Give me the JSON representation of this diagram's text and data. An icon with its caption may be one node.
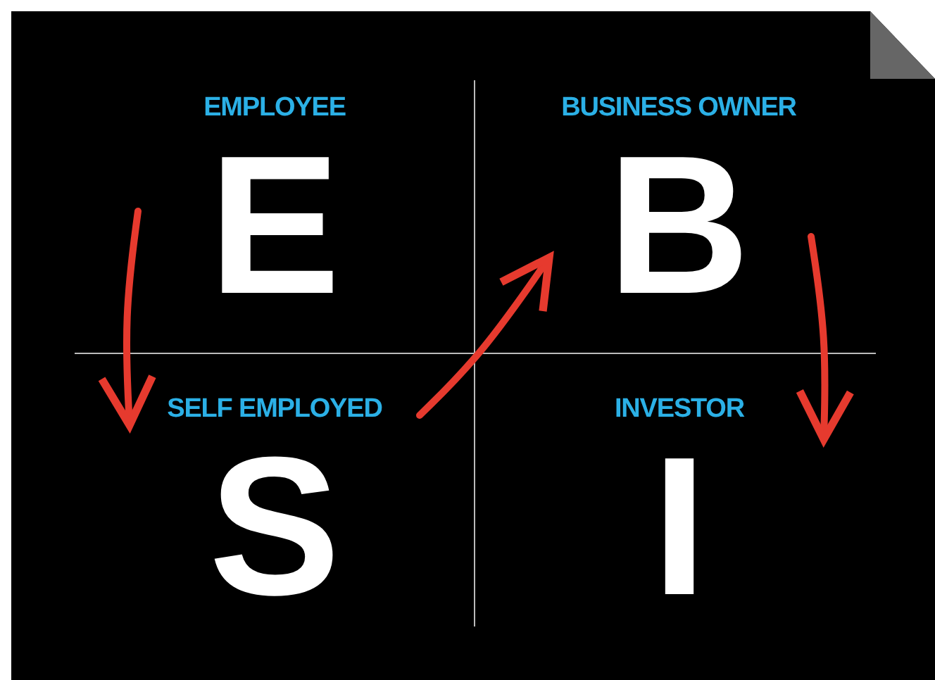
{
  "diagram": {
    "nodes": [
      {
        "text": [
          "EMPLOYEE",
          "E"
        ]
      },
      {
        "text": [
          "BUSINESS OWNER",
          "B"
        ]
      },
      {
        "text": [
          "SELF EMPLOYED",
          "S"
        ]
      },
      {
        "text": [
          "INVESTOR",
          "I"
        ]
      }
    ],
    "edges": [
      {
        "from": 0,
        "to": 2,
        "arrow": "to"
      },
      {
        "from": 2,
        "to": 1,
        "arrow": "to"
      },
      {
        "from": 1,
        "to": 3,
        "arrow": "to"
      }
    ]
  }
}
